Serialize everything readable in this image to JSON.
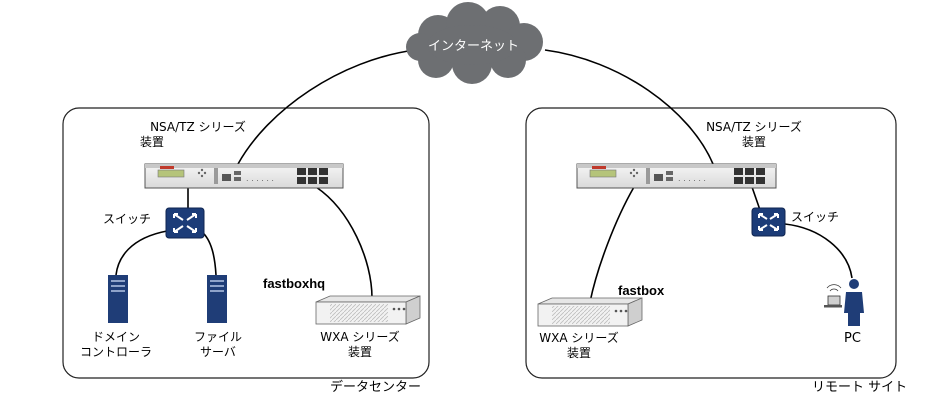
{
  "cloud": {
    "label": "インターネット"
  },
  "datacenter": {
    "title": "データセンター",
    "appliance_line1": "NSA/TZ シリーズ",
    "appliance_line2": "装置",
    "switch_label": "スイッチ",
    "server1_line1": "ドメイン",
    "server1_line2": "コントローラ",
    "server2_line1": "ファイル",
    "server2_line2": "サーバ",
    "wxa_hostname": "fastboxhq",
    "wxa_line1": "WXA シリーズ",
    "wxa_line2": "装置"
  },
  "remote": {
    "title": "リモート サイト",
    "appliance_line1": "NSA/TZ シリーズ",
    "appliance_line2": "装置",
    "switch_label": "スイッチ",
    "wxa_hostname": "fastbox",
    "wxa_line1": "WXA シリーズ",
    "wxa_line2": "装置",
    "pc_label": "PC"
  },
  "colors": {
    "cloud": "#6d6f72",
    "switch": "#1c3c78",
    "server": "#1f3d77",
    "pc_user": "#1f3d77",
    "cable": "#000000"
  },
  "icons": [
    "cloud-icon",
    "firewall-appliance-icon",
    "switch-icon",
    "server-icon",
    "wxa-appliance-icon",
    "user-with-laptop-icon"
  ]
}
